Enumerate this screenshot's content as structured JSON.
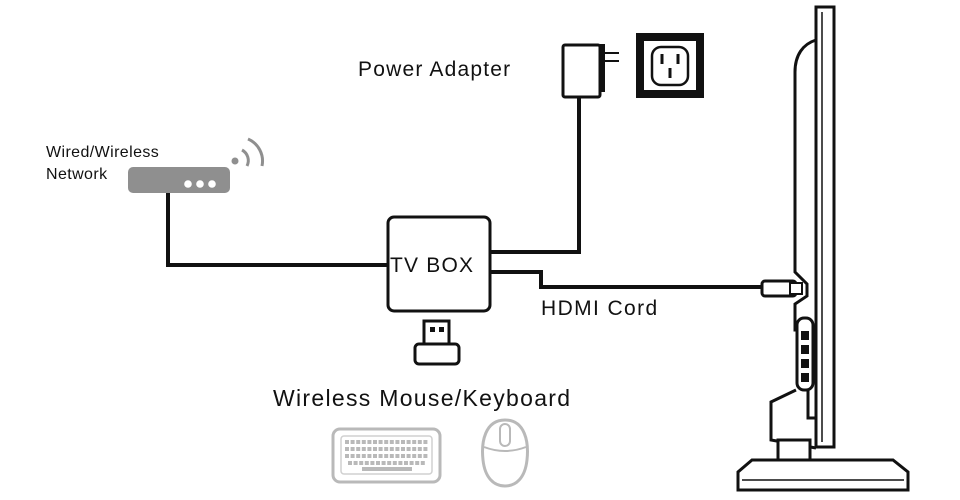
{
  "labels": {
    "power_adapter": "Power Adapter",
    "network_line1": "Wired/Wireless",
    "network_line2": "Network",
    "tv_box": "TV BOX",
    "hdmi_cord": "HDMI Cord",
    "wireless_mouse_keyboard": "Wireless Mouse/Keyboard"
  },
  "colors": {
    "line": "#111111",
    "router": "#8f8f8f",
    "peripheral": "#b9b9b9",
    "background": "#ffffff"
  }
}
